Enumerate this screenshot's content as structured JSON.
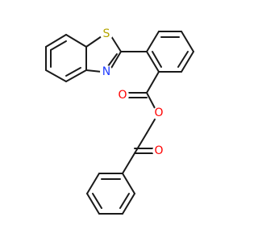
{
  "molecule": {
    "atoms": [
      {
        "id": "S",
        "label": "S",
        "color": "#b5a600"
      },
      {
        "id": "N",
        "label": "N",
        "color": "#1f3cff"
      },
      {
        "id": "O_ester",
        "label": "O",
        "color": "#ff0000"
      },
      {
        "id": "O_carbonyl_ester",
        "label": "O",
        "color": "#ff0000"
      },
      {
        "id": "O_ketone",
        "label": "O",
        "color": "#ff0000"
      }
    ],
    "bond_color": "#1a1a1a"
  }
}
